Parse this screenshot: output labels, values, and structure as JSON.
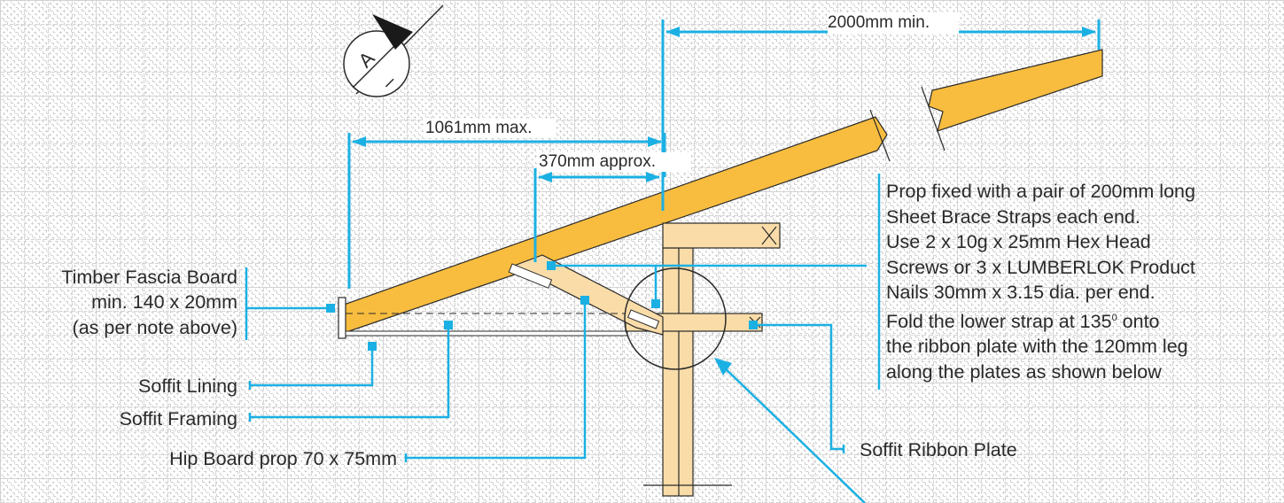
{
  "colors": {
    "timber": "#f8bd3f",
    "timber_light": "#f9dca8",
    "dimension": "#1bb0e3",
    "leader": "#1bb0e3",
    "outline": "#2a2a2a"
  },
  "section_marker": {
    "letter": "A",
    "dash": "–"
  },
  "dimensions": {
    "top": "2000mm min.",
    "max_overhang": "1061mm max.",
    "prop_offset": "370mm approx."
  },
  "labels": {
    "fascia": [
      "Timber Fascia Board",
      "min. 140 x 20mm",
      "(as per note above)"
    ],
    "soffit_lining": "Soffit Lining",
    "soffit_framing": "Soffit Framing",
    "hip_board_prop": "Hip Board prop 70 x 75mm",
    "soffit_ribbon_plate": "Soffit Ribbon Plate"
  },
  "note": [
    "Prop fixed with a pair of 200mm long",
    "Sheet Brace Straps each end.",
    "Use 2 x 10g x 25mm Hex Head",
    "Screws or 3 x LUMBERLOK Product",
    "Nails 30mm x 3.15 dia. per end.",
    "Fold the lower strap at 135",
    "the ribbon plate with the 120mm leg",
    "along the plates as shown below"
  ],
  "note_superscript": "0",
  "note_after_superscript": " onto"
}
